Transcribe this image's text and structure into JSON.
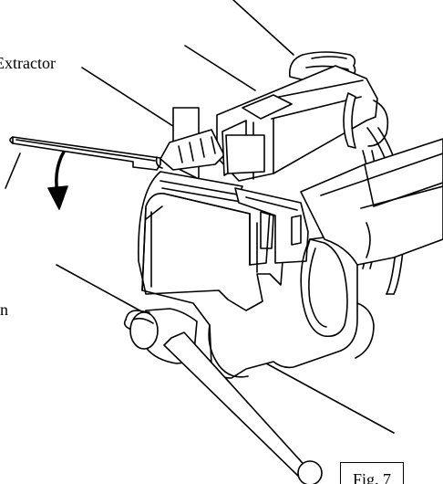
{
  "labels": {
    "extractor": "Extractor",
    "partial": "n"
  },
  "figure": {
    "label": "Fig. 7"
  },
  "colors": {
    "ink": "#000000",
    "paper": "#ffffff"
  }
}
